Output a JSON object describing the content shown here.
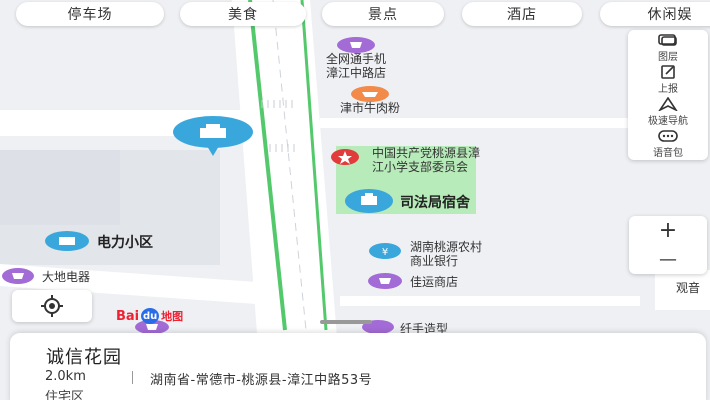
{
  "categories": [
    "停车场",
    "美食",
    "景点",
    "酒店",
    "休闲娱"
  ],
  "toolbar": [
    {
      "label": "图层",
      "icon": "layers-icon"
    },
    {
      "label": "上报",
      "icon": "report-icon"
    },
    {
      "label": "极速导航",
      "icon": "navigation-icon"
    },
    {
      "label": "语音包",
      "icon": "voice-pack-icon"
    }
  ],
  "zoom": {
    "in": "+",
    "out": "—"
  },
  "pois": {
    "p1": [
      "全网通手机",
      "漳江中路店"
    ],
    "p2": "津市牛肉粉",
    "p3": [
      "中国共产党桃源县漳",
      "江小学支部委员会"
    ],
    "p4": "司法局宿舍",
    "p5": "电力小区",
    "p6": [
      "湖南桃源农村",
      "商业银行"
    ],
    "p7": "佳运商店",
    "p8": "大地电器",
    "p9": "纤手造型",
    "p10": "观音"
  },
  "logo": {
    "text": "Bai",
    "paw": "du",
    "suffix": "地图"
  },
  "place": {
    "name": "诚信花园",
    "distance": "2.0km",
    "address": "湖南省-常德市-桃源县-漳江中路53号",
    "type": "住宅区"
  },
  "colors": {
    "road_green": "#54c96c",
    "poi_purple": "#a36bd6",
    "accent_blue": "#3aa7dc",
    "party_red": "#e23b3b",
    "green_area": "#b7ebb9"
  }
}
